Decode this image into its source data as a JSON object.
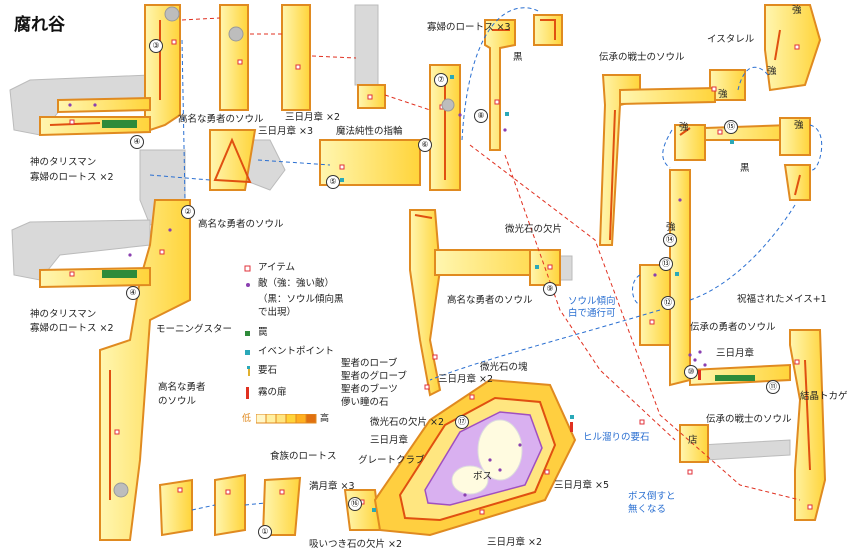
{
  "title": "腐れ谷",
  "legend": {
    "item": "アイテム",
    "enemy": "敵（強：強い敵）",
    "enemy_note_1": "（黒：ソウル傾向黒",
    "enemy_note_2": "で出現）",
    "trap": "罠",
    "event_point": "イベントポイント",
    "keystone": "要石",
    "fog_door": "霧の扉",
    "gradient_low": "低",
    "gradient_high": "高",
    "colors": {
      "item": "#e0303a",
      "enemy": "#8a3fb0",
      "trap": "#2e8b3a",
      "event": "#2aa8b8",
      "fog": "#e03020"
    }
  },
  "markers": [
    "①",
    "②",
    "③",
    "④",
    "④",
    "⑤",
    "⑥",
    "⑦",
    "⑧",
    "⑨",
    "⑩",
    "⑪",
    "⑫",
    "⑬",
    "⑭",
    "⑮",
    "⑯",
    "⑰"
  ],
  "labels": {
    "lotus_top": "寡婦のロートス ×3",
    "black_1": "黒",
    "istarel": "イスタレル",
    "strong_1": "強",
    "strong_2": "強",
    "strong_3": "強",
    "strong_4": "強",
    "strong_5": "強",
    "black_2": "黒",
    "strong_6": "強",
    "soul_legend_warrior_top": "伝承の戦士のソウル",
    "soul_noble_1": "高名な勇者のソウル",
    "crescent_x3": "三日月章 ×3",
    "crescent_x2_a": "三日月章 ×2",
    "magic_ring": "魔法純性の指輪",
    "talisman_1": "神のタリスマン",
    "lotus_x2_1": "寡婦のロートス ×2",
    "soul_noble_2": "高名な勇者のソウル",
    "shard_9": "微光石の欠片",
    "soul_noble_3": "高名な勇者のソウル",
    "soul_trend_1": "ソウル傾向",
    "soul_trend_2": "白で通行可",
    "blessed_mace": "祝福されたメイス+1",
    "soul_legend_hero": "伝承の勇者のソウル",
    "crescent_1": "三日月章",
    "crystal_lizard": "結晶トカゲ",
    "talisman_2": "神のタリスマン",
    "lotus_x2_2": "寡婦のロートス ×2",
    "morning_star": "モーニングスター",
    "soul_noble_4a": "高名な勇者",
    "soul_noble_4b": "のソウル",
    "holy_robe": "聖者のローブ",
    "holy_gloves": "聖者のグローブ",
    "holy_boots": "聖者のブーツ",
    "eye_stone": "儚い瞳の石",
    "crescent_x2_b": "三日月章 ×2",
    "shine_lump": "微光石の塊",
    "shard_x2": "微光石の欠片 ×2",
    "crescent_2": "三日月章",
    "great_club": "グレートクラブ",
    "crescent_x5": "三日月章 ×5",
    "lotus_eaters": "食族のロートス",
    "fullmoon_x3": "満月章 ×3",
    "boss": "ボス",
    "crescent_x2_c": "三日月章 ×2",
    "sucking_shard": "吸いつき石の欠片 ×2",
    "soul_legend_warrior_bottom": "伝承の戦士のソウル",
    "leech_keystone": "ヒル溜りの要石",
    "shop": "店",
    "boss_kill_1": "ボス倒すと",
    "boss_kill_2": "無くなる"
  }
}
